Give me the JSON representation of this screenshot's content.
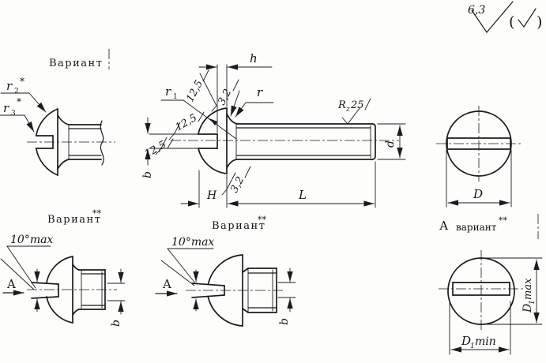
{
  "surface_finish": {
    "value": "6,3",
    "paren_open": "(",
    "paren_close": ")"
  },
  "variant_top_left": {
    "title": "Вариант",
    "r2": {
      "base": "r",
      "sub": "2",
      "star": "*"
    },
    "r3": {
      "base": "r",
      "sub": "3",
      "star": "*"
    }
  },
  "main_view": {
    "slot_depth": "h",
    "head_height": "H",
    "length": "L",
    "diameter": "d",
    "slot_width": "b",
    "fillet": "r",
    "head_radius": {
      "base": "r",
      "sub": "1"
    },
    "roughness_12_5": "12,5",
    "roughness_3_2": "3,2",
    "roughness_rz": {
      "base": "R",
      "sub": "z",
      "value": "25"
    }
  },
  "front_view": {
    "diameter": "D"
  },
  "variant_bottom_left": {
    "title": "Вариант",
    "stars": "**",
    "angle": "10°max",
    "view_label": "A",
    "slot_width": "b"
  },
  "variant_bottom_middle": {
    "title": "Вариант",
    "stars": "**",
    "angle": "10°max",
    "view_label": "A",
    "slot_width": "b"
  },
  "view_a": {
    "prefix": "А",
    "title": "вариант",
    "stars": "**",
    "d1max": {
      "base": "D",
      "sub": "1",
      "suffix": "max"
    },
    "d1min": {
      "base": "D",
      "sub": "1",
      "suffix": "min"
    }
  }
}
